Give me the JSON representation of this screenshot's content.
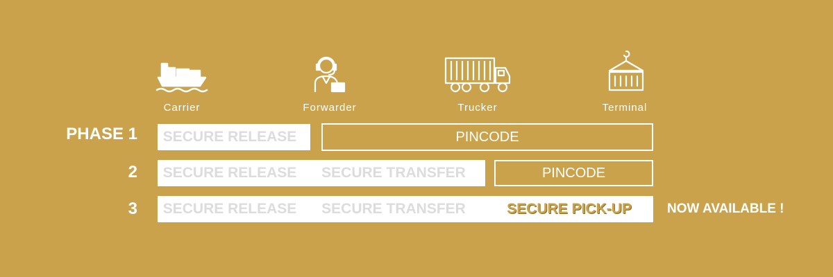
{
  "colors": {
    "background": "#CBA24C",
    "white": "#ffffff",
    "faded_text": "#dcdcdc",
    "accent": "#CBA24C"
  },
  "actors": [
    {
      "label": "Carrier",
      "icon": "ship-icon"
    },
    {
      "label": "Forwarder",
      "icon": "person-headset-icon"
    },
    {
      "label": "Trucker",
      "icon": "truck-icon"
    },
    {
      "label": "Terminal",
      "icon": "container-crane-icon"
    }
  ],
  "phases": [
    {
      "label": "PHASE 1",
      "segments": [
        "SECURE RELEASE"
      ],
      "pincode": "PINCODE"
    },
    {
      "label": "2",
      "segments": [
        "SECURE RELEASE",
        "SECURE TRANSFER"
      ],
      "pincode": "PINCODE"
    },
    {
      "label": "3",
      "segments": [
        "SECURE RELEASE",
        "SECURE TRANSFER",
        "SECURE PICK-UP"
      ],
      "status": "NOW AVAILABLE !"
    }
  ]
}
